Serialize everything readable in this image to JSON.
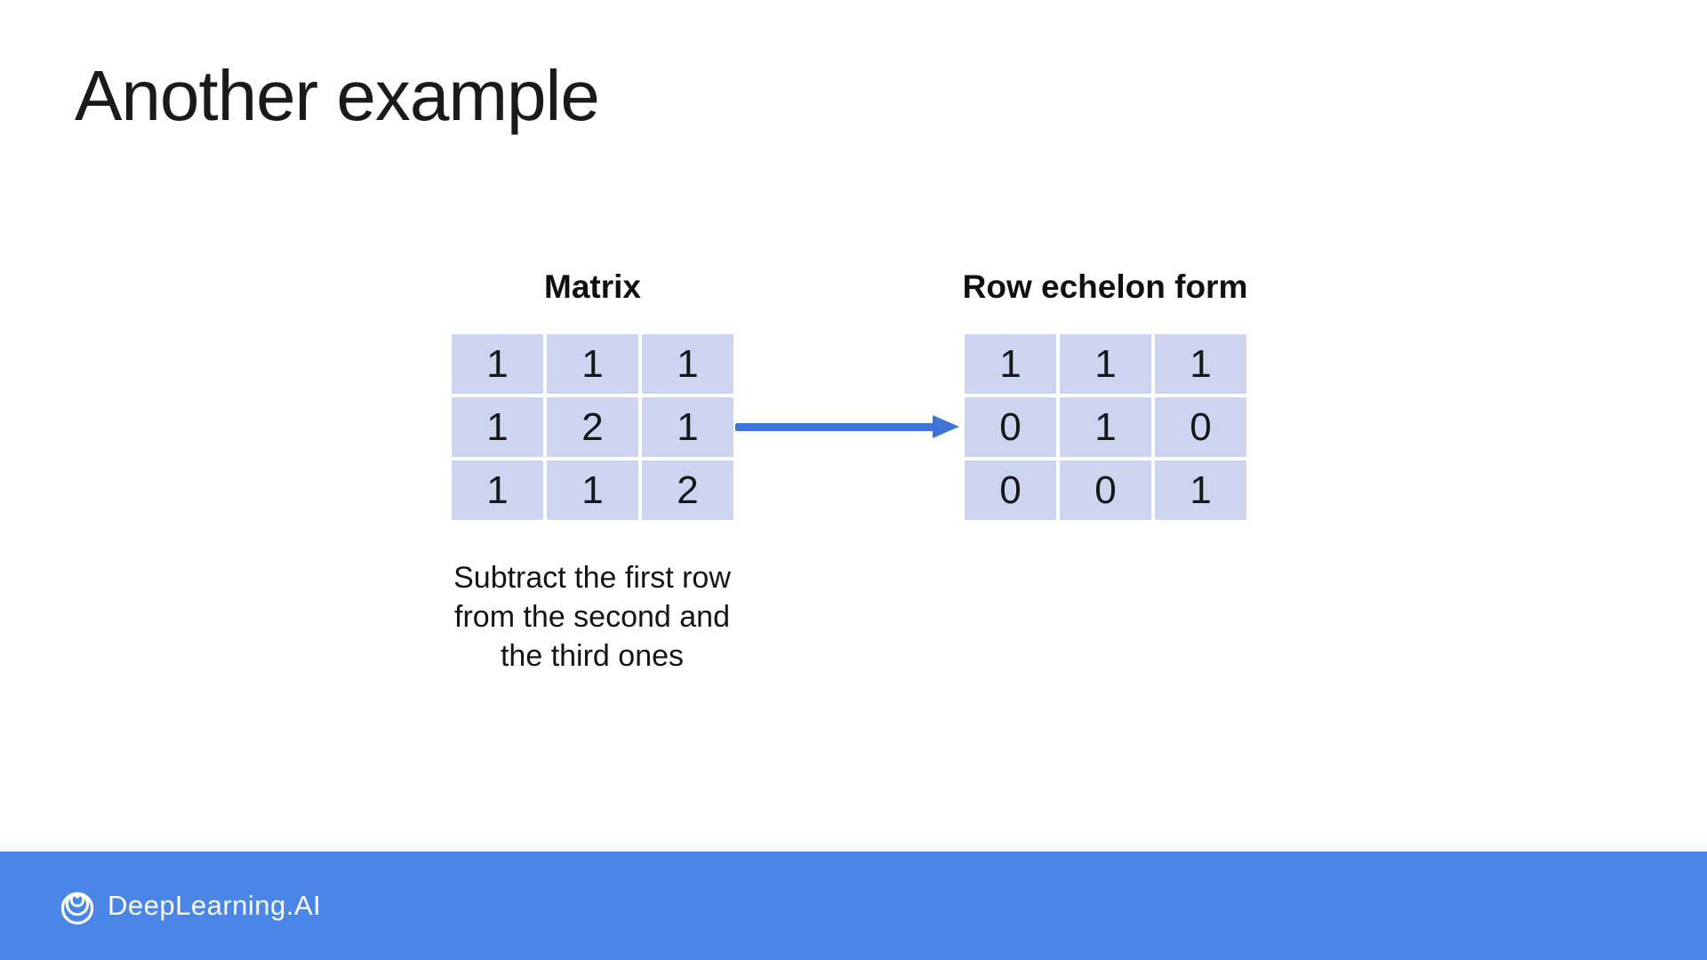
{
  "slide": {
    "title": "Another example",
    "matrix": {
      "label": "Matrix",
      "rows": [
        [
          "1",
          "1",
          "1"
        ],
        [
          "1",
          "2",
          "1"
        ],
        [
          "1",
          "1",
          "2"
        ]
      ]
    },
    "row_echelon": {
      "label": "Row echelon form",
      "rows": [
        [
          "1",
          "1",
          "1"
        ],
        [
          "0",
          "1",
          "0"
        ],
        [
          "0",
          "0",
          "1"
        ]
      ]
    },
    "caption": {
      "lines": [
        "Subtract the first row",
        "from the second and",
        "the third ones"
      ]
    }
  },
  "footer": {
    "brand": "DeepLearning.AI"
  },
  "colors": {
    "ink": "#1a1a1a",
    "cell_fill": "#ccd4f0",
    "arrow_blue": "#3e73d8",
    "footer_bg": "#4a86e8",
    "brand_ink": "#fdfdfe"
  }
}
